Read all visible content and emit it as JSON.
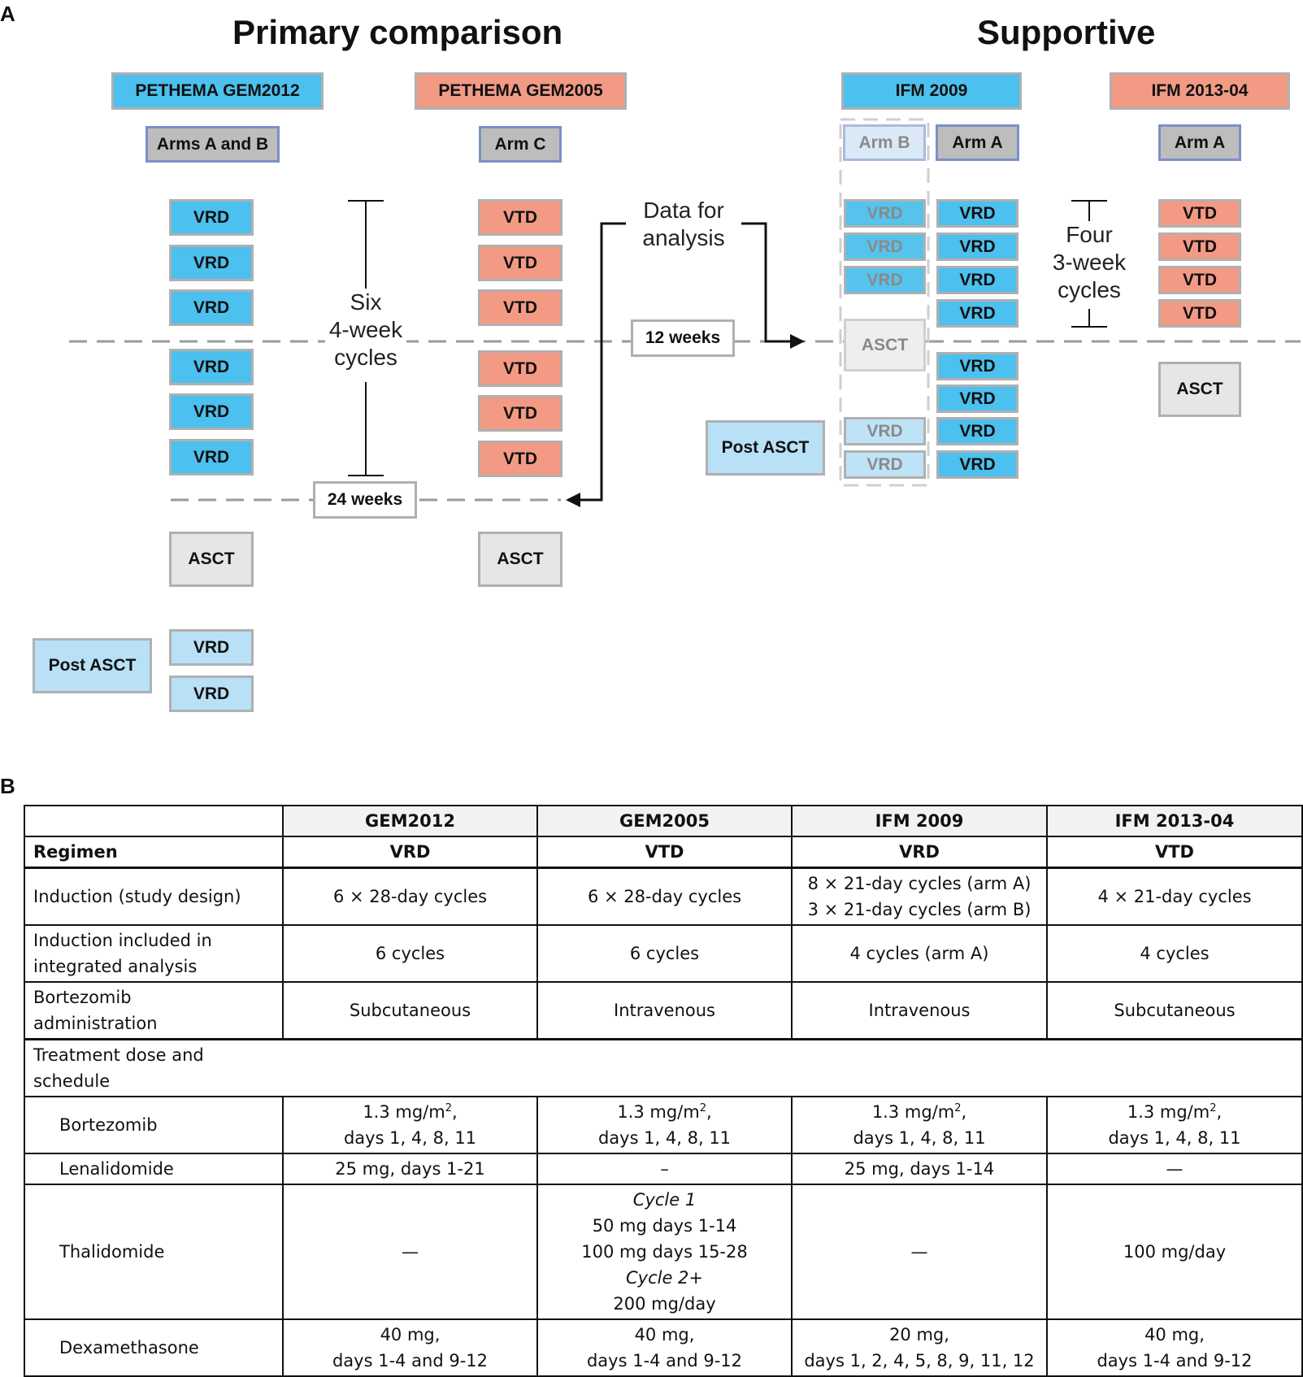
{
  "panel_a": {
    "letter": "A",
    "title_primary": "Primary comparison",
    "title_supportive": "Supportive",
    "studies": {
      "gem2012": "PETHEMA GEM2012",
      "gem2005": "PETHEMA GEM2005",
      "ifm2009": "IFM 2009",
      "ifm201304": "IFM 2013-04"
    },
    "arms": {
      "gem2012": "Arms A and B",
      "gem2005": "Arm C",
      "ifm2009_b": "Arm B",
      "ifm2009_a": "Arm A",
      "ifm201304": "Arm A"
    },
    "regimens": {
      "vrd": "VRD",
      "vtd": "VTD"
    },
    "asct": "ASCT",
    "post_asct": "Post ASCT",
    "six_cycles": [
      "Six",
      "4-week",
      "cycles"
    ],
    "four_cycles": [
      "Four",
      "3-week",
      "cycles"
    ],
    "data_for_analysis": [
      "Data for",
      "analysis"
    ],
    "weeks_12": "12 weeks",
    "weeks_24": "24 weeks",
    "colors": {
      "vrd": "#4cc0ee",
      "vtd": "#f39a85",
      "asct": "#e6e6e6",
      "post_asct": "#b8e0f6",
      "arm": "#bdbdbd"
    }
  },
  "panel_b": {
    "letter": "B",
    "headers": [
      "",
      "GEM2012",
      "GEM2005",
      "IFM 2009",
      "IFM 2013-04"
    ],
    "regimen_row": [
      "Regimen",
      "VRD",
      "VTD",
      "VRD",
      "VTD"
    ],
    "induction_design": {
      "label": "Induction (study design)",
      "gem2012": "6 × 28-day cycles",
      "gem2005": "6 × 28-day cycles",
      "ifm2009_1": "8 × 21-day cycles (arm A)",
      "ifm2009_2": "3 × 21-day cycles (arm B)",
      "ifm201304": "4 × 21-day cycles"
    },
    "induction_included": {
      "label_1": "Induction included in",
      "label_2": "integrated analysis",
      "gem2012": "6 cycles",
      "gem2005": "6 cycles",
      "ifm2009": "4 cycles (arm A)",
      "ifm201304": "4 cycles"
    },
    "administration": {
      "label_1": "Bortezomib",
      "label_2": "administration",
      "gem2012": "Subcutaneous",
      "gem2005": "Intravenous",
      "ifm2009": "Intravenous",
      "ifm201304": "Subcutaneous"
    },
    "dose_section": {
      "label_1": "Treatment dose and",
      "label_2": "schedule"
    },
    "bortezomib": {
      "label": "Bortezomib",
      "dose": "1.3 mg/m",
      "sup": "2",
      "dose_suffix": ",",
      "days": "days 1, 4, 8, 11"
    },
    "lenalidomide": {
      "label": "Lenalidomide",
      "gem2012": "25 mg, days 1-21",
      "gem2005": "–",
      "ifm2009": "25 mg, days 1-14",
      "ifm201304": "—"
    },
    "thalidomide": {
      "label": "Thalidomide",
      "gem2012": "—",
      "gem2005_c1": "Cycle 1",
      "gem2005_l1": "50 mg days 1-14",
      "gem2005_l2": "100 mg days 15-28",
      "gem2005_c2": "Cycle 2+",
      "gem2005_l3": "200 mg/day",
      "ifm2009": "—",
      "ifm201304": "100 mg/day"
    },
    "dexamethasone": {
      "label": "Dexamethasone",
      "gem2012_1": "40 mg,",
      "gem2012_2": "days 1-4 and 9-12",
      "gem2005_1": "40 mg,",
      "gem2005_2": "days 1-4 and 9-12",
      "ifm2009_1": "20 mg,",
      "ifm2009_2": "days 1, 2, 4, 5, 8, 9, 11, 12",
      "ifm201304_1": "40 mg,",
      "ifm201304_2": "days 1-4 and 9-12"
    }
  }
}
